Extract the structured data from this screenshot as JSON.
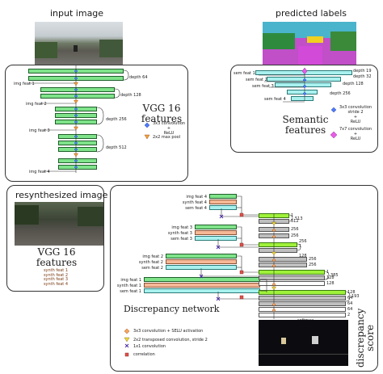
{
  "titles": {
    "input_image": "input image",
    "predicted_labels": "predicted labels",
    "resynthesized_image": "resynthesized image"
  },
  "vgg_top": {
    "name_line1": "VGG 16",
    "name_line2": "features",
    "depths": [
      "depth 64",
      "depth 128",
      "depth 256",
      "depth 512"
    ],
    "img_feats": [
      "img feat 1",
      "img feat 2",
      "img feat 3",
      "img feat 4"
    ],
    "legend": [
      {
        "icon": "blue-diamond",
        "label": "3x3 convolution\n+\nReLU"
      },
      {
        "icon": "orange-triangle",
        "label": "2x2 max pool"
      }
    ]
  },
  "semantic": {
    "name_line1": "Semantic",
    "name_line2": "features",
    "feats": [
      "sem feat 1",
      "sem feat 2",
      "sem feat 3",
      "sem feat 4"
    ],
    "depths": [
      "depth 19",
      "depth 32",
      "depth 128",
      "depth 256"
    ],
    "legend": [
      {
        "icon": "blue-diamond",
        "label": "3x3 convolution\nstride 2\n+\nReLU"
      },
      {
        "icon": "magenta-diamond",
        "label": "7x7 convolution\n+\nReLU"
      }
    ]
  },
  "vgg_bottom": {
    "name_line1": "VGG 16",
    "name_line2": "features",
    "synth_feats": [
      "synth feat 1",
      "synth feat 2",
      "synth feat 3",
      "synth feat 4"
    ]
  },
  "discrepancy": {
    "title": "Discrepancy network",
    "rows": [
      {
        "labels": [
          "img feat 4",
          "synth feat 4",
          "sem feat 4"
        ]
      },
      {
        "labels": [
          "img feat 3",
          "synth feat 3",
          "sem feat 3"
        ]
      },
      {
        "labels": [
          "img feat 2",
          "synth feat 2",
          "sem feat 2"
        ]
      },
      {
        "labels": [
          "img feat 1",
          "synth feat 1",
          "sem feat 1"
        ]
      }
    ],
    "depth_labels": [
      "1",
      "512",
      "256",
      "256",
      "513",
      "256",
      "128",
      "1",
      "256",
      "256",
      "128",
      "385",
      "1",
      "128",
      "128",
      "64",
      "193",
      "64",
      "64",
      "2"
    ],
    "softmax": "softmax",
    "score_label": "discrepancy\nscore",
    "legend": [
      {
        "icon": "orange-diamond",
        "label": "3x3 convolution + SELU activation"
      },
      {
        "icon": "yellow-triangle",
        "label": "2x2 transposed convolution, stride 2"
      },
      {
        "icon": "purple-x",
        "label": "1x1 convolution"
      },
      {
        "icon": "red-square",
        "label": "correlation"
      }
    ]
  }
}
